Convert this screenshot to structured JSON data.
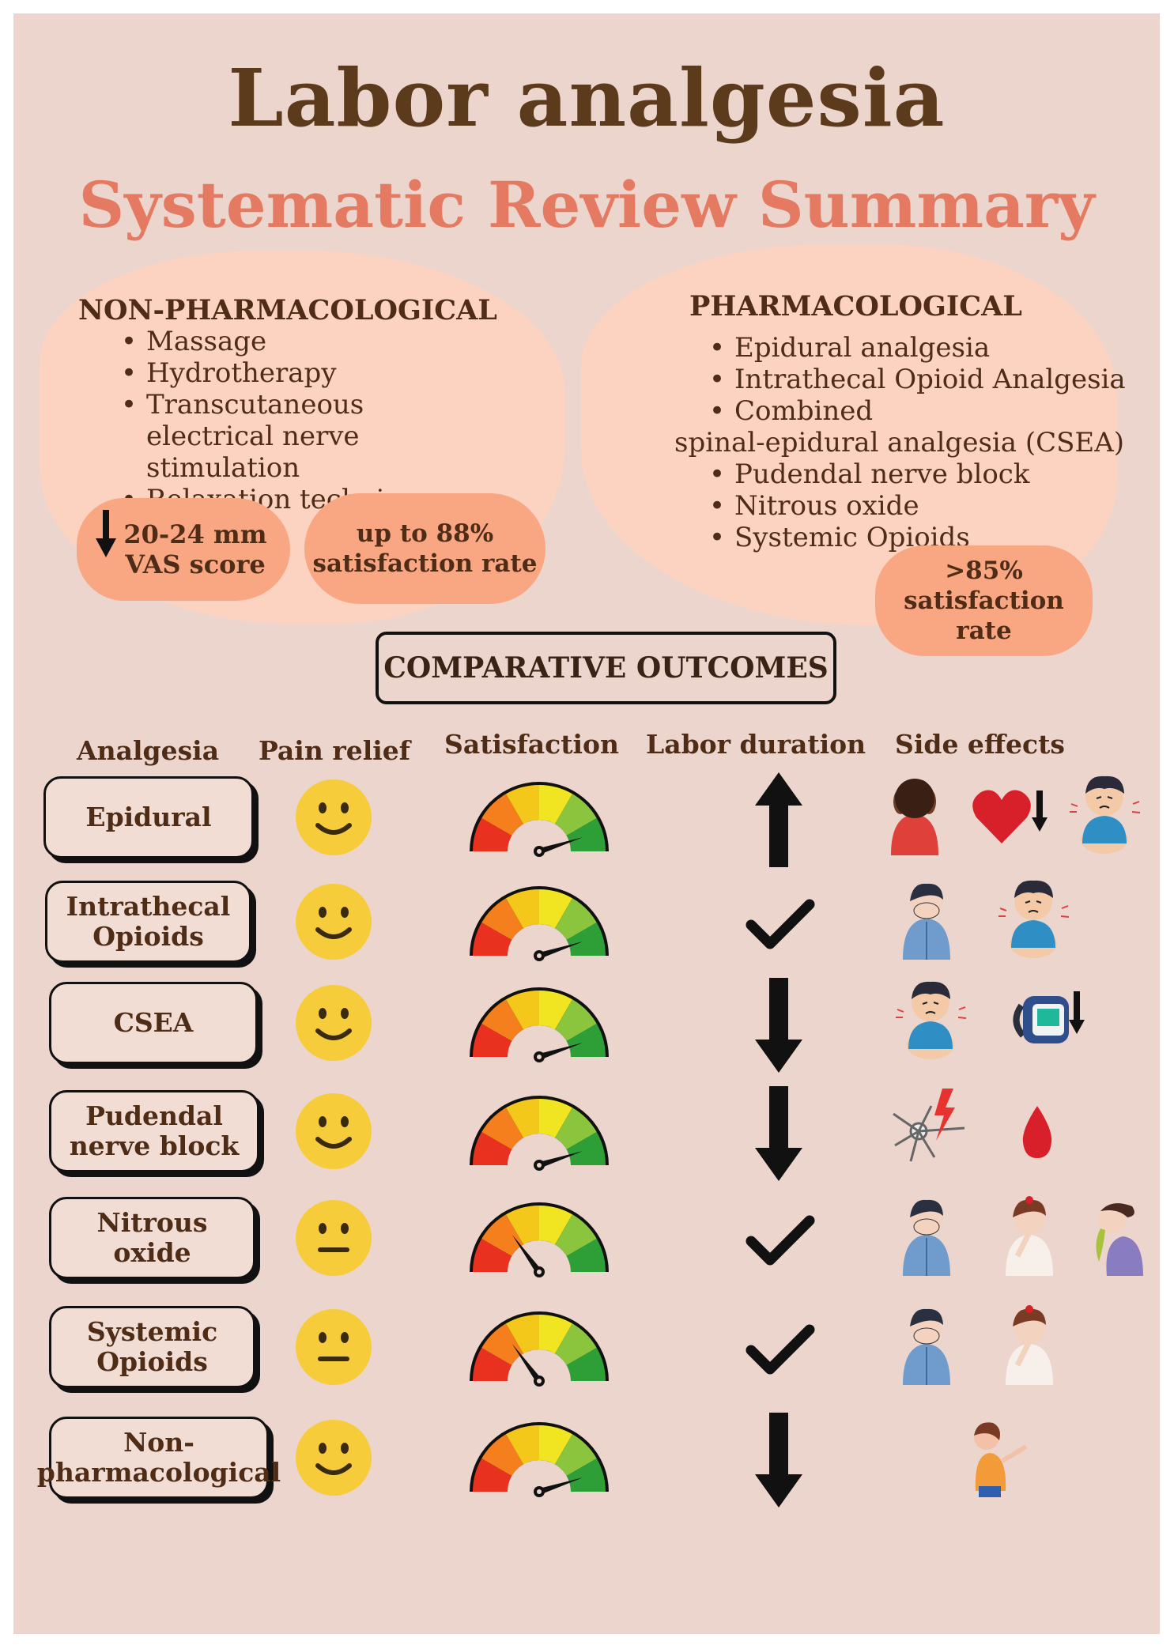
{
  "title": "Labor analgesia",
  "subtitle": "Systematic Review Summary",
  "non_pharmacological": {
    "heading": "NON-PHARMACOLOGICAL",
    "items": [
      "Massage",
      "Hydrotherapy",
      "Transcutaneous electrical nerve stimulation",
      "Relaxation techniques"
    ],
    "vas_line1": "20-24 mm",
    "vas_line2": "VAS score",
    "satisfaction_line1": "up to 88%",
    "satisfaction_line2": "satisfaction rate"
  },
  "pharmacological": {
    "heading": "PHARMACOLOGICAL",
    "items": [
      "Epidural analgesia",
      "Intrathecal Opioid Analgesia",
      "Combined",
      "spinal-epidural analgesia (CSEA)",
      "Pudendal nerve block",
      "Nitrous oxide",
      "Systemic Opioids"
    ],
    "satisfaction_line1": ">85%",
    "satisfaction_line2": "satisfaction rate"
  },
  "comparative_title": "COMPARATIVE OUTCOMES",
  "columns": [
    "Analgesia",
    "Pain relief",
    "Satisfaction",
    "Labor duration",
    "Side effects"
  ],
  "colors": {
    "background": "#ecd5cd",
    "title": "#5c3a1c",
    "subtitle": "#e57a62",
    "blob": "#fcd2c0",
    "pill": "#f9a683"
  },
  "rows": [
    {
      "line1": "Epidural",
      "line2": "",
      "pain_relief": "smile",
      "satisfaction_level": 0.9,
      "labor_duration": "up-arrow",
      "side_effects": [
        "headache-person-icon",
        "heart-rate-down-icon",
        "itching-child-icon"
      ]
    },
    {
      "line1": "Intrathecal",
      "line2": "Opioids",
      "pain_relief": "smile",
      "satisfaction_level": 0.9,
      "labor_duration": "check",
      "side_effects": [
        "nausea-person-icon",
        "itching-child-icon"
      ]
    },
    {
      "line1": "CSEA",
      "line2": "",
      "pain_relief": "smile",
      "satisfaction_level": 0.9,
      "labor_duration": "down-arrow",
      "side_effects": [
        "itching-child-icon",
        "blood-pressure-down-icon"
      ]
    },
    {
      "line1": "Pudendal",
      "line2": "nerve block",
      "pain_relief": "smile",
      "satisfaction_level": 0.9,
      "labor_duration": "down-arrow",
      "side_effects": [
        "nerve-injury-icon",
        "blood-drop-icon"
      ]
    },
    {
      "line1": "Nitrous",
      "line2": "oxide",
      "pain_relief": "neutral",
      "satisfaction_level": 0.3,
      "labor_duration": "check",
      "side_effects": [
        "nausea-person-icon",
        "dizzy-woman-icon",
        "vomiting-woman-icon"
      ]
    },
    {
      "line1": "Systemic",
      "line2": "Opioids",
      "pain_relief": "neutral",
      "satisfaction_level": 0.3,
      "labor_duration": "check",
      "side_effects": [
        "nausea-person-icon",
        "dizzy-woman-icon"
      ]
    },
    {
      "line1": "Non-",
      "line2": "pharmacological",
      "pain_relief": "smile",
      "satisfaction_level": 0.9,
      "labor_duration": "down-arrow",
      "side_effects": [
        "fatigue-woman-icon"
      ]
    }
  ]
}
